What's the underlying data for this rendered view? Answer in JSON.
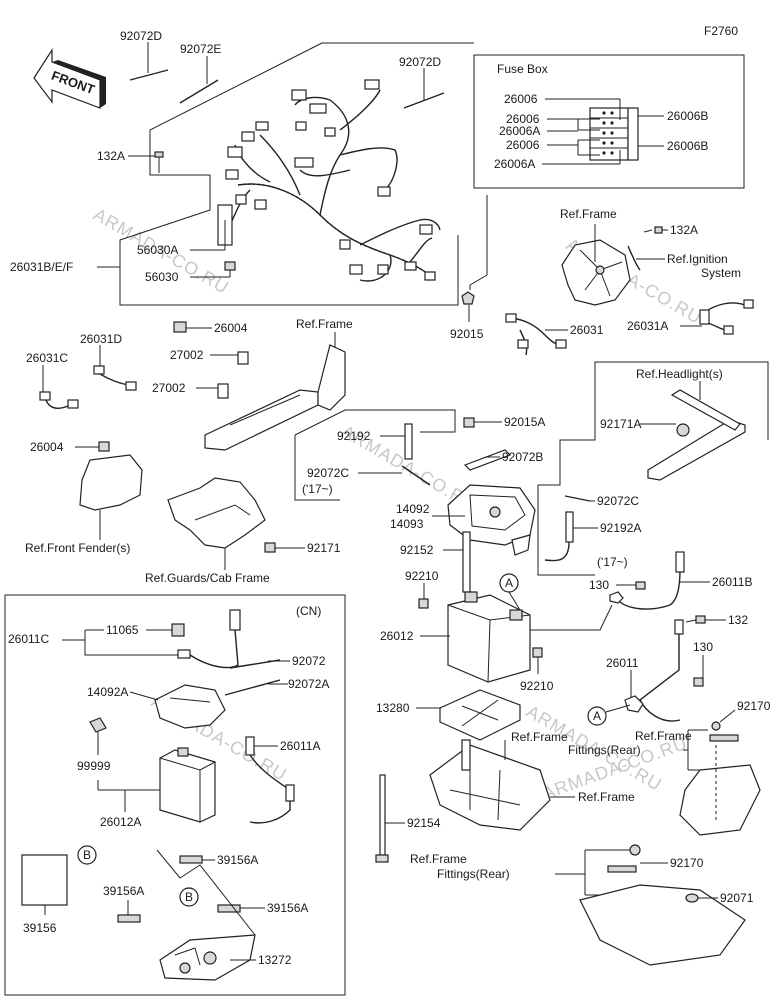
{
  "figure_code": "F2760",
  "front_label": "FRONT",
  "fuse_box_title": "Fuse Box",
  "cn_label": "(CN)",
  "watermark": "ARMADA-CO.RU",
  "labels": {
    "p92072D_a": "92072D",
    "p92072E": "92072E",
    "p92072D_b": "92072D",
    "p132A_a": "132A",
    "p26031BEF": "26031B/E/F",
    "p56030A": "56030A",
    "p56030": "56030",
    "p26004_a": "26004",
    "p92015": "92015",
    "p26031": "26031",
    "p26031A": "26031A",
    "p132A_b": "132A",
    "refFrame1": "Ref.Frame",
    "refIgnition1": "Ref.Ignition",
    "refIgnition2": "System",
    "fb26006_1": "26006",
    "fb26006_2": "26006",
    "fb26006A_1": "26006A",
    "fb26006_3": "26006",
    "fb26006A_2": "26006A",
    "fb26006B_1": "26006B",
    "fb26006B_2": "26006B",
    "p26031C": "26031C",
    "p26031D": "26031D",
    "p27002_1": "27002",
    "p27002_2": "27002",
    "refFrame2": "Ref.Frame",
    "p26004_b": "26004",
    "refFrontFender": "Ref.Front Fender(s)",
    "refGuards": "Ref.Guards/Cab Frame",
    "p92171": "92171",
    "p92192": "92192",
    "p92072C_a": "92072C",
    "y17_a": "('17~)",
    "p14092": "14092",
    "p14093": "14093",
    "p92015A": "92015A",
    "p92072B": "92072B",
    "refHeadlight": "Ref.Headlight(s)",
    "p92171A": "92171A",
    "p92072C_b": "92072C",
    "p92192A": "92192A",
    "y17_b": "('17~)",
    "p92152": "92152",
    "p92210_a": "92210",
    "p26012": "26012",
    "p92210_b": "92210",
    "p130_a": "130",
    "p26011B": "26011B",
    "p132": "132",
    "p130_b": "130",
    "p26011": "26011",
    "p13280": "13280",
    "refFrame3": "Ref.Frame",
    "refFittings1a": "Ref.Frame",
    "refFittings1b": "Fittings(Rear)",
    "p92170_a": "92170",
    "refFrame4": "Ref.Frame",
    "p92154": "92154",
    "refFittings2a": "Ref.Frame",
    "refFittings2b": "Fittings(Rear)",
    "p92170_b": "92170",
    "p92071": "92071",
    "cn26011C": "26011C",
    "cn11065": "11065",
    "cn92072": "92072",
    "cn92072A": "92072A",
    "cn14092A": "14092A",
    "cn26011A": "26011A",
    "cn99999": "99999",
    "cn26012A": "26012A",
    "cn39156": "39156",
    "cn39156A_1": "39156A",
    "cn39156A_2": "39156A",
    "cn39156A_3": "39156A",
    "cn13272": "13272",
    "callA1": "A",
    "callA2": "A",
    "callB1": "B",
    "callB2": "B"
  }
}
